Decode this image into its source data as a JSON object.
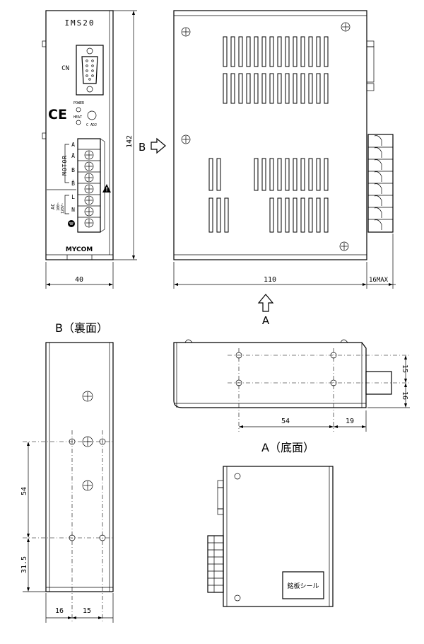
{
  "front": {
    "model": "IMS20",
    "cn": "CN",
    "power": "POWER",
    "heat": "HEAT",
    "cadj": "C ADJ",
    "ce": "CE",
    "motor": "MOTOR",
    "terminals": [
      "A",
      "Ā",
      "B",
      "B̄",
      "L",
      "N"
    ],
    "ac_label": "AC",
    "ac_voltage_1": "100~",
    "ac_voltage_2": "120V~",
    "brand": "MYCOM"
  },
  "dimensions": {
    "height": "142",
    "width_front": "40",
    "depth": "110",
    "protrusion": "16MAX",
    "back_54": "54",
    "back_31_5": "31.5",
    "back_16": "16",
    "back_15": "15",
    "bottom_54": "54",
    "bottom_19": "19",
    "bottom_15": "15",
    "bottom_16": "16"
  },
  "labels": {
    "b_arrow": "B",
    "a_arrow": "A",
    "back_view": "B（裏面）",
    "bottom_view": "A（底面）",
    "nameplate": "銘板シール"
  },
  "colors": {
    "line": "#000000",
    "background": "#ffffff"
  }
}
